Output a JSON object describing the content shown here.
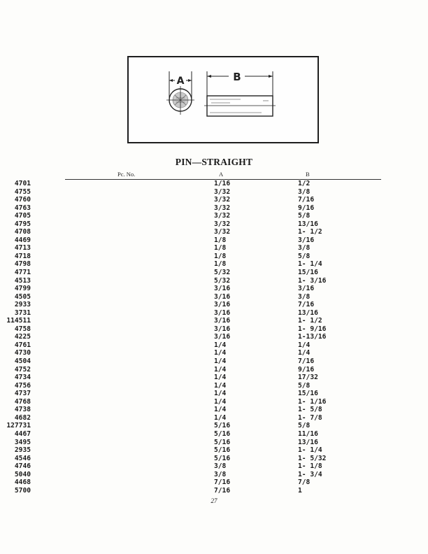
{
  "figure": {
    "label_a": "A",
    "label_b": "B"
  },
  "table": {
    "title": "PIN—STRAIGHT",
    "headers": {
      "pc_no": "Pc. No.",
      "a": "A",
      "b": "B"
    },
    "rows": [
      {
        "pc_no": "4701",
        "a": "1/16",
        "b": "1/2"
      },
      {
        "pc_no": "4755",
        "a": "3/32",
        "b": "3/8"
      },
      {
        "pc_no": "4760",
        "a": "3/32",
        "b": "7/16"
      },
      {
        "pc_no": "4763",
        "a": "3/32",
        "b": "9/16"
      },
      {
        "pc_no": "4705",
        "a": "3/32",
        "b": "5/8"
      },
      {
        "pc_no": "4795",
        "a": "3/32",
        "b": "13/16"
      },
      {
        "pc_no": "4708",
        "a": "3/32",
        "b": "1- 1/2"
      },
      {
        "pc_no": "4469",
        "a": "1/8",
        "b": "3/16"
      },
      {
        "pc_no": "4713",
        "a": "1/8",
        "b": "3/8"
      },
      {
        "pc_no": "4718",
        "a": "1/8",
        "b": "5/8"
      },
      {
        "pc_no": "4798",
        "a": "1/8",
        "b": "1- 1/4"
      },
      {
        "pc_no": "4771",
        "a": "5/32",
        "b": "15/16"
      },
      {
        "pc_no": "4513",
        "a": "5/32",
        "b": "1- 3/16"
      },
      {
        "pc_no": "4799",
        "a": "3/16",
        "b": "3/16"
      },
      {
        "pc_no": "4505",
        "a": "3/16",
        "b": "3/8"
      },
      {
        "pc_no": "2933",
        "a": "3/16",
        "b": "7/16"
      },
      {
        "pc_no": "3731",
        "a": "3/16",
        "b": "13/16"
      },
      {
        "pc_no": "114511",
        "a": "3/16",
        "b": "1- 1/2"
      },
      {
        "pc_no": "4758",
        "a": "3/16",
        "b": "1- 9/16"
      },
      {
        "pc_no": "4225",
        "a": "3/16",
        "b": "1-13/16"
      },
      {
        "pc_no": "4761",
        "a": "1/4",
        "b": "1/4"
      },
      {
        "pc_no": "4730",
        "a": "1/4",
        "b": "1/4"
      },
      {
        "pc_no": "4504",
        "a": "1/4",
        "b": "7/16"
      },
      {
        "pc_no": "4752",
        "a": "1/4",
        "b": "9/16"
      },
      {
        "pc_no": "4734",
        "a": "1/4",
        "b": "17/32"
      },
      {
        "pc_no": "4756",
        "a": "1/4",
        "b": "5/8"
      },
      {
        "pc_no": "4737",
        "a": "1/4",
        "b": "15/16"
      },
      {
        "pc_no": "4768",
        "a": "1/4",
        "b": "1- 1/16"
      },
      {
        "pc_no": "4738",
        "a": "1/4",
        "b": "1- 5/8"
      },
      {
        "pc_no": "4682",
        "a": "1/4",
        "b": "1- 7/8"
      },
      {
        "pc_no": "127731",
        "a": "5/16",
        "b": "5/8"
      },
      {
        "pc_no": "4467",
        "a": "5/16",
        "b": "11/16"
      },
      {
        "pc_no": "3495",
        "a": "5/16",
        "b": "13/16"
      },
      {
        "pc_no": "2935",
        "a": "5/16",
        "b": "1- 1/4"
      },
      {
        "pc_no": "4546",
        "a": "5/16",
        "b": "1- 5/32"
      },
      {
        "pc_no": "4746",
        "a": "3/8",
        "b": "1- 1/8"
      },
      {
        "pc_no": "5040",
        "a": "3/8",
        "b": "1- 3/4"
      },
      {
        "pc_no": "4468",
        "a": "7/16",
        "b": "7/8"
      },
      {
        "pc_no": "5700",
        "a": "7/16",
        "b": "1"
      }
    ]
  },
  "page": {
    "number": "27"
  }
}
